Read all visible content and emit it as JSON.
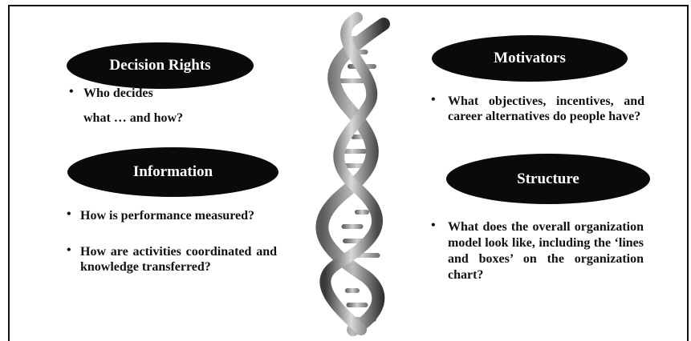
{
  "decision_rights": {
    "title": "Decision Rights",
    "bullet_line1": "Who decides",
    "bullet_line2": "what … and how?"
  },
  "motivators": {
    "title": "Motivators",
    "bullet": "What objectives, incentives, and career alternatives do people have?"
  },
  "information": {
    "title": "Information",
    "bullet1": "How is performance measured?",
    "bullet2": "How are activities coordinated and knowledge transferred?"
  },
  "structure": {
    "title": "Structure",
    "bullet": "What does the overall organization model look like, including the ‘lines and boxes’ on the organization chart?"
  },
  "bullet_symbol": "•"
}
